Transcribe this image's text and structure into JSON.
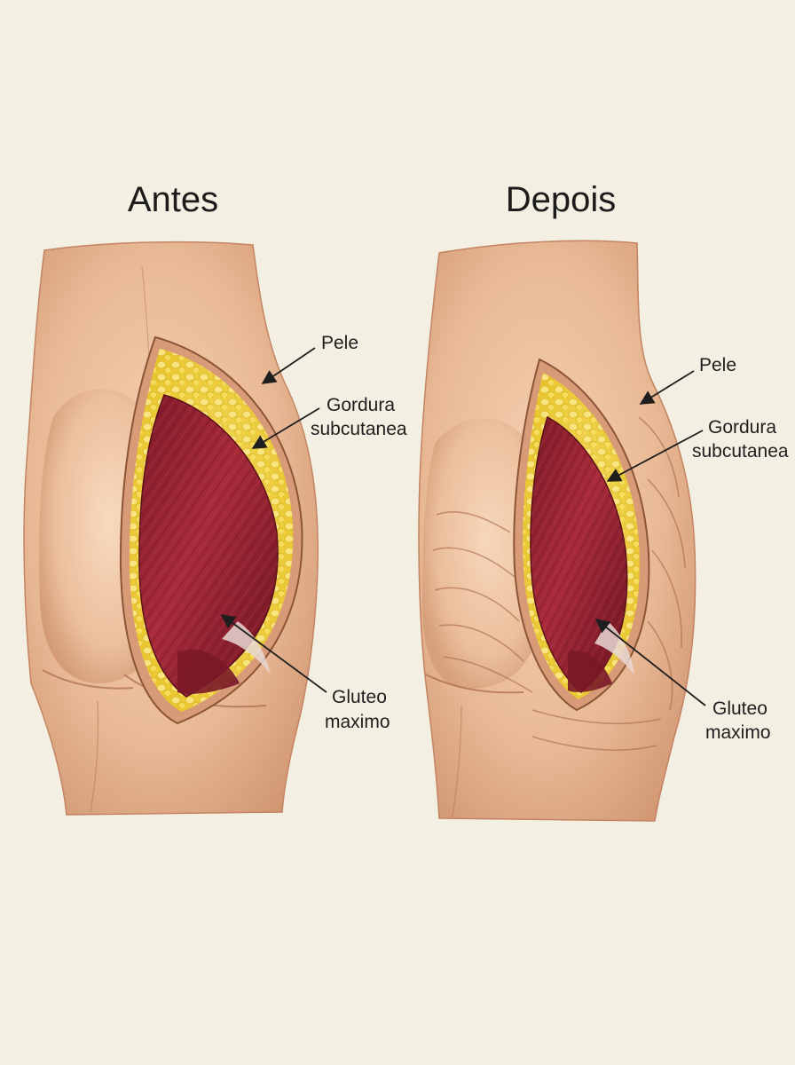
{
  "panels": {
    "before": {
      "title": "Antes",
      "labels": {
        "skin": "Pele",
        "fat_line1": "Gordura",
        "fat_line2": "subcutanea",
        "muscle_line1": "Gluteo",
        "muscle_line2": "maximo"
      }
    },
    "after": {
      "title": "Depois",
      "labels": {
        "skin": "Pele",
        "fat_line1": "Gordura",
        "fat_line2": "subcutanea",
        "muscle_line1": "Gluteo",
        "muscle_line2": "maximo"
      }
    }
  },
  "colors": {
    "background": "#f3efe2",
    "skin": "#e9b995",
    "skin_shadow": "#c98a63",
    "fat": "#f0d23c",
    "muscle": "#9c2433",
    "muscle_dark": "#6e1524",
    "tendon": "#e8d7d3"
  }
}
